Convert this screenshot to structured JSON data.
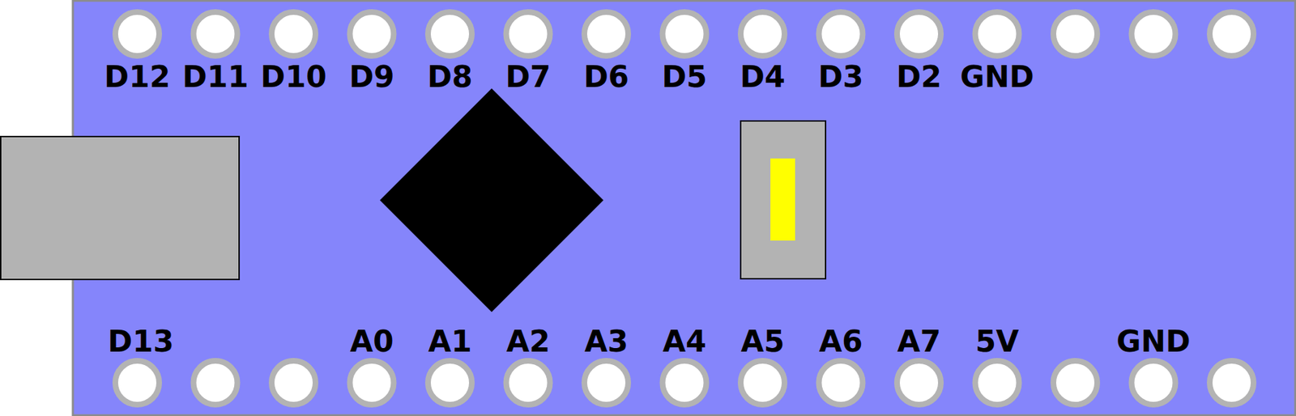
{
  "diagram": {
    "labels": [
      "D12",
      "D11",
      "D10",
      "D9",
      "D8",
      "D7",
      "D6",
      "D5",
      "D4",
      "D3",
      "D2",
      "GND",
      "D13",
      "A0",
      "A1",
      "A2",
      "A3",
      "A4",
      "A5",
      "A6",
      "A7",
      "5V",
      "GND"
    ]
  }
}
